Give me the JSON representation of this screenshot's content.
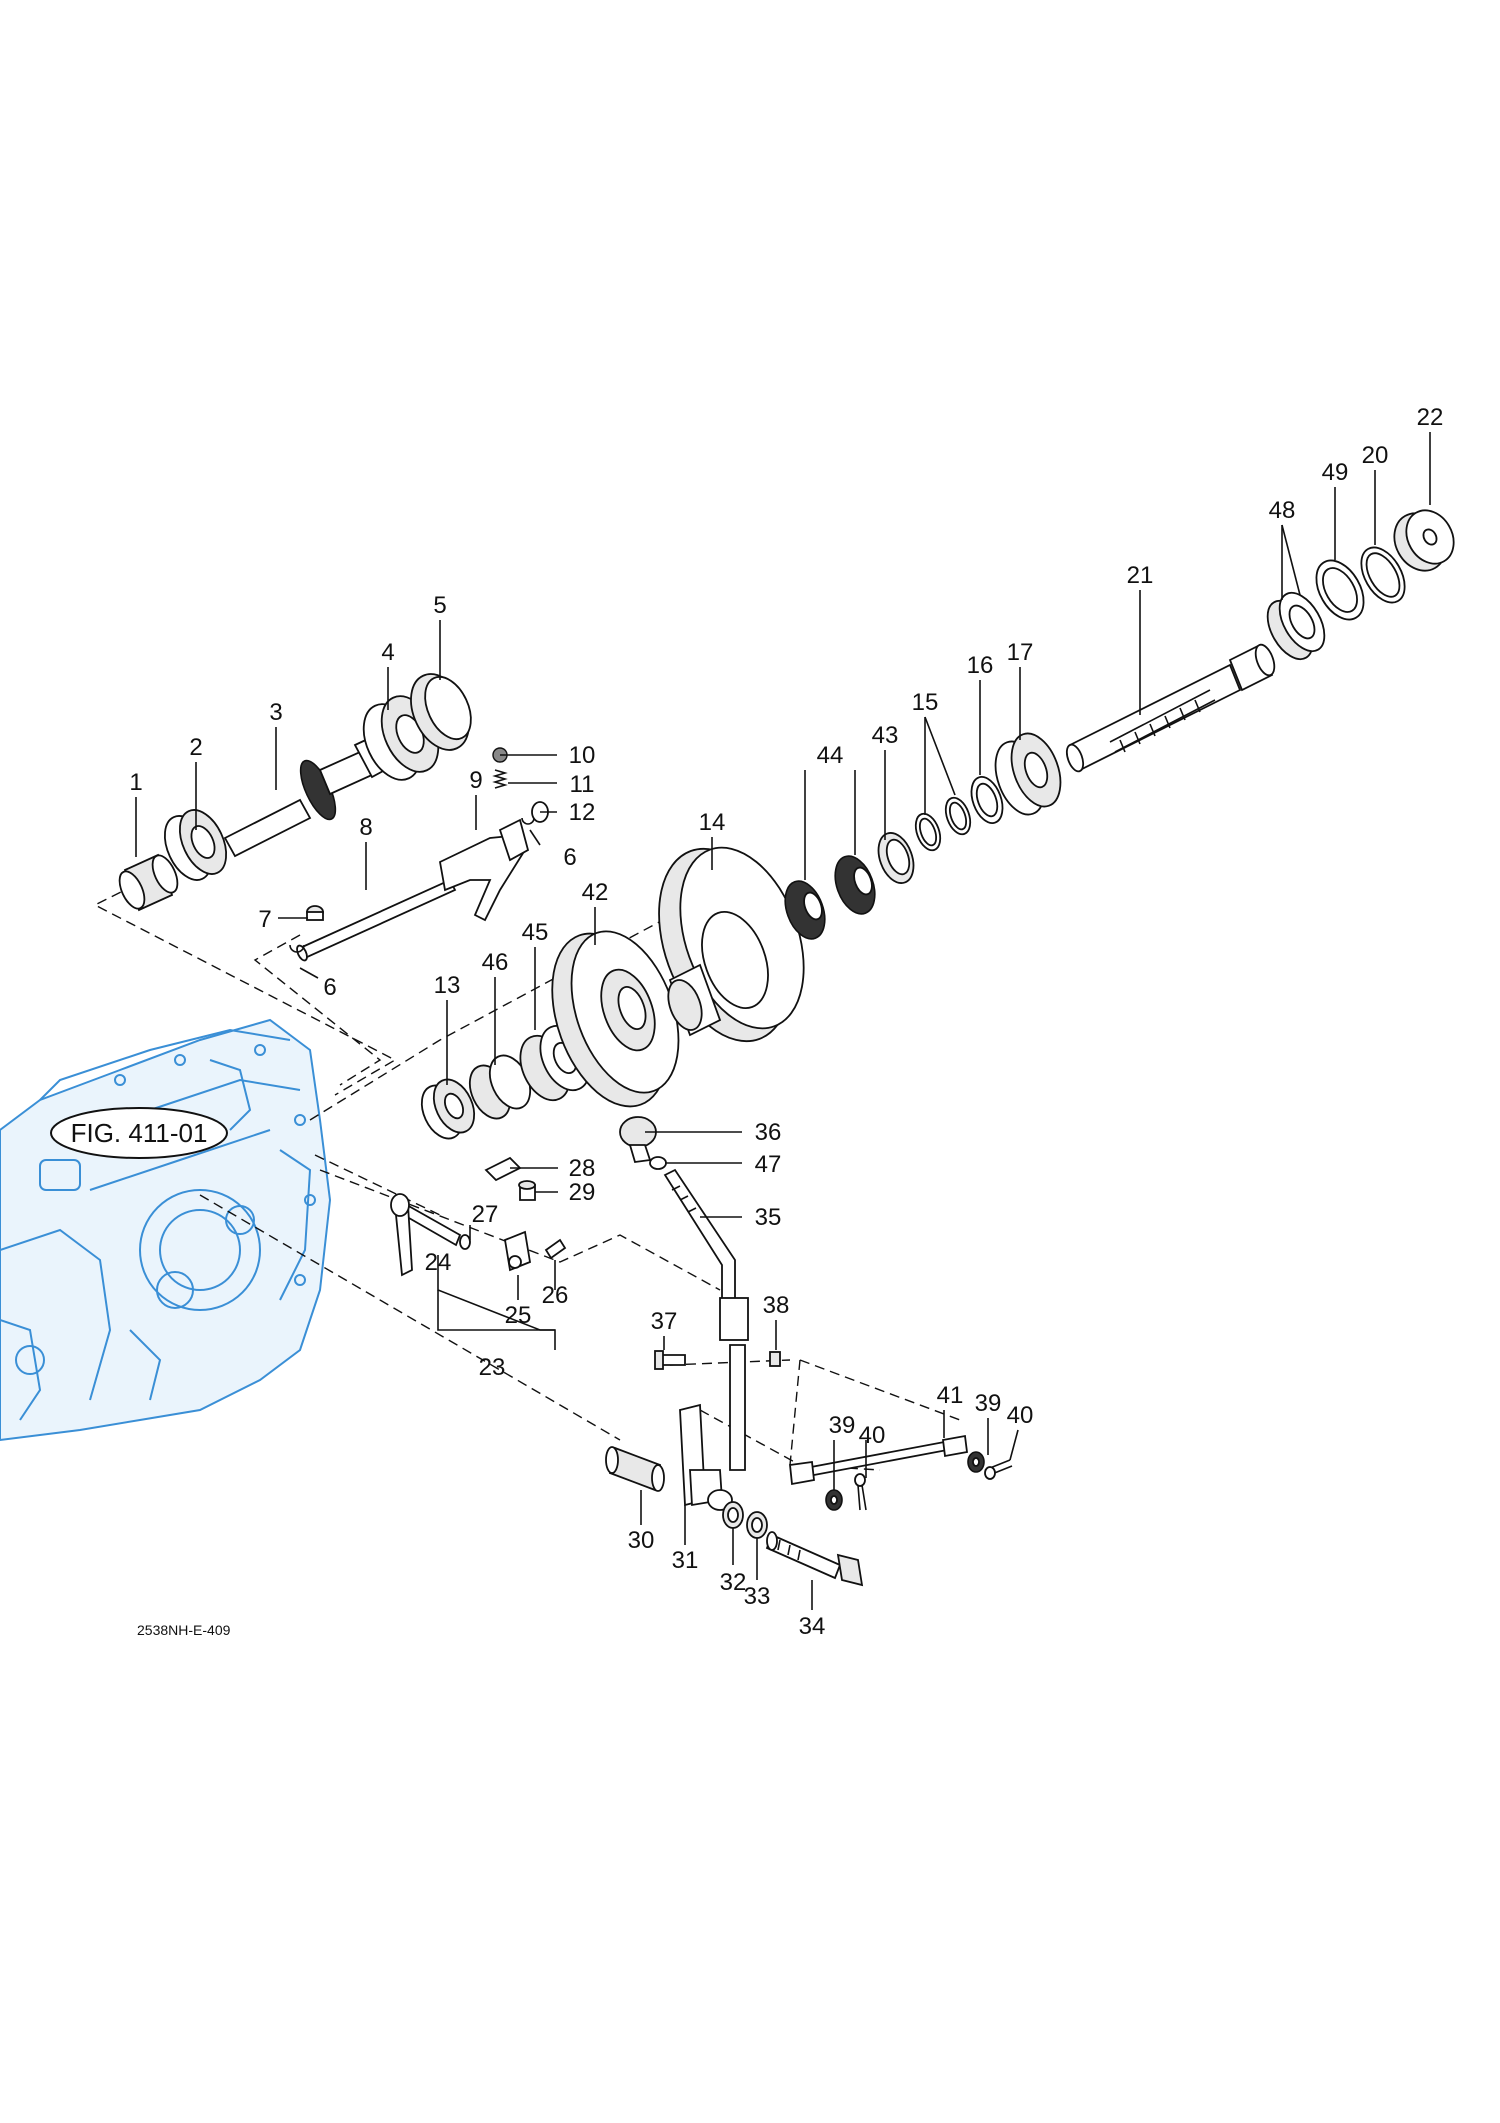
{
  "figure_ref": "FIG. 411-01",
  "drawing_code": "2538NH-E-409",
  "callouts": {
    "c1": "1",
    "c2": "2",
    "c3": "3",
    "c4": "4",
    "c5": "5",
    "c6a": "6",
    "c6b": "6",
    "c7": "7",
    "c8": "8",
    "c9": "9",
    "c10": "10",
    "c11": "11",
    "c12": "12",
    "c13": "13",
    "c14": "14",
    "c15": "15",
    "c16": "16",
    "c17": "17",
    "c20": "20",
    "c21": "21",
    "c22": "22",
    "c23": "23",
    "c24": "24",
    "c25": "25",
    "c26": "26",
    "c27": "27",
    "c28": "28",
    "c29": "29",
    "c30": "30",
    "c31": "31",
    "c32": "32",
    "c33": "33",
    "c34": "34",
    "c35": "35",
    "c36": "36",
    "c37": "37",
    "c38": "38",
    "c39a": "39",
    "c39b": "39",
    "c40a": "40",
    "c40b": "40",
    "c41": "41",
    "c42": "42",
    "c43": "43",
    "c44": "44",
    "c45": "45",
    "c46": "46",
    "c47": "47",
    "c48": "48",
    "c49": "49"
  }
}
